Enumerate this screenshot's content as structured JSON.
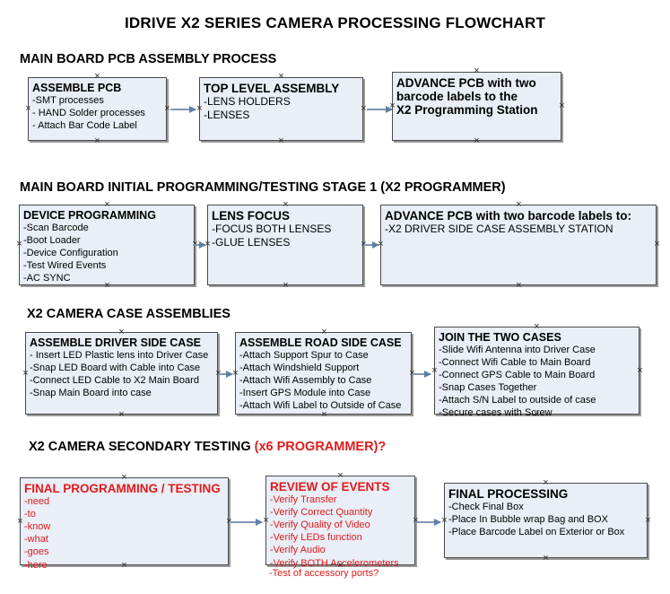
{
  "document": {
    "title": "IDRIVE X2  SERIES CAMERA PROCESSING FLOWCHART"
  },
  "sections": [
    {
      "id": "main-board-pcb-assembly-process",
      "heading": "MAIN BOARD PCB ASSEMBLY PROCESS",
      "heading_accent": "",
      "nodes": [
        {
          "id": "assemble-pcb",
          "header": "ASSEMBLE PCB",
          "lines": [
            "-SMT processes",
            "- HAND Solder processes",
            "- Attach Bar Code Label"
          ]
        },
        {
          "id": "top-level-assembly",
          "header": "TOP LEVEL ASSEMBLY",
          "lines": [
            "-LENS HOLDERS",
            "-LENSES"
          ]
        },
        {
          "id": "advance-pcb-to-x2-programming-station",
          "header": "ADVANCE PCB with two",
          "lines": [
            "barcode labels to the",
            " X2 Programming Station"
          ]
        }
      ]
    },
    {
      "id": "main-board-initial-programming-testing-stage-1",
      "heading": "MAIN BOARD INITIAL PROGRAMMING/TESTING STAGE 1 (X2 PROGRAMMER)",
      "heading_accent": "",
      "nodes": [
        {
          "id": "device-programming",
          "header": "DEVICE PROGRAMMING",
          "lines": [
            "-Scan Barcode",
            "-Boot Loader",
            "-Device Configuration",
            "-Test Wired Events",
            "-AC SYNC"
          ]
        },
        {
          "id": "lens-focus",
          "header": "LENS FOCUS",
          "lines": [
            "-FOCUS BOTH LENSES",
            "-GLUE LENSES"
          ]
        },
        {
          "id": "advance-pcb-to-driver-side-case-assembly-station",
          "header": "ADVANCE PCB with two barcode labels to:",
          "lines": [
            "-X2 DRIVER  SIDE  CASE  ASSEMBLY STATION"
          ]
        }
      ]
    },
    {
      "id": "x2-camera-case-assemblies",
      "heading": "X2 CAMERA CASE ASSEMBLIES",
      "heading_accent": "",
      "nodes": [
        {
          "id": "assemble-driver-side-case",
          "header": "ASSEMBLE DRIVER SIDE CASE",
          "lines": [
            "- Insert LED Plastic lens into Driver Case",
            "-Snap LED Board with Cable into Case",
            "-Connect LED Cable to X2 Main Board",
            "-Snap Main Board into case"
          ]
        },
        {
          "id": "assemble-road-side-case",
          "header": "ASSEMBLE ROAD SIDE CASE",
          "lines": [
            "-Attach Support Spur to Case",
            "-Attach Windshield Support",
            "-Attach Wifi Assembly to Case",
            "-Insert GPS Module into Case",
            "-Attach Wifi Label to Outside of Case"
          ]
        },
        {
          "id": "join-the-two-cases",
          "header": "JOIN THE TWO CASES",
          "lines": [
            "-Slide Wifi Antenna into Driver Case",
            "-Connect Wifi Cable to Main Board",
            "-Connect GPS Cable to Main Board",
            "-Snap Cases Together",
            "-Attach S/N Label to outside of case",
            "-Secure cases with Screw"
          ]
        }
      ]
    },
    {
      "id": "x2-camera-secondary-testing",
      "heading": "X2 CAMERA SECONDARY TESTING ",
      "heading_accent": "(x6 PROGRAMMER)?",
      "nodes": [
        {
          "id": "final-programming-testing",
          "header": "FINAL PROGRAMMING / TESTING",
          "lines": [
            "-need",
            "-to",
            "-know",
            "-what",
            "-goes",
            "-here"
          ]
        },
        {
          "id": "review-of-events",
          "header": "REVIEW OF EVENTS",
          "lines": [
            "-Verify Transfer",
            "-Verify Correct Quantity",
            "-Verify Quality of Video",
            "-Verify LEDs function",
            "-Verify Audio",
            "-Verify BOTH Accelerometers"
          ],
          "overflow_line": "-Test of accessory ports?"
        },
        {
          "id": "final-processing",
          "header": "FINAL PROCESSING",
          "lines": [
            " -Check Final Box",
            "-Place In Bubble wrap Bag and BOX",
            "-Place Barcode Label on Exterior or Box"
          ]
        }
      ]
    }
  ],
  "colors": {
    "node_fill": "#e9eef7",
    "node_border": "#4a4a4a",
    "connector": "#7f97b5",
    "accent_red": "#e01b1b",
    "text": "#000000"
  }
}
